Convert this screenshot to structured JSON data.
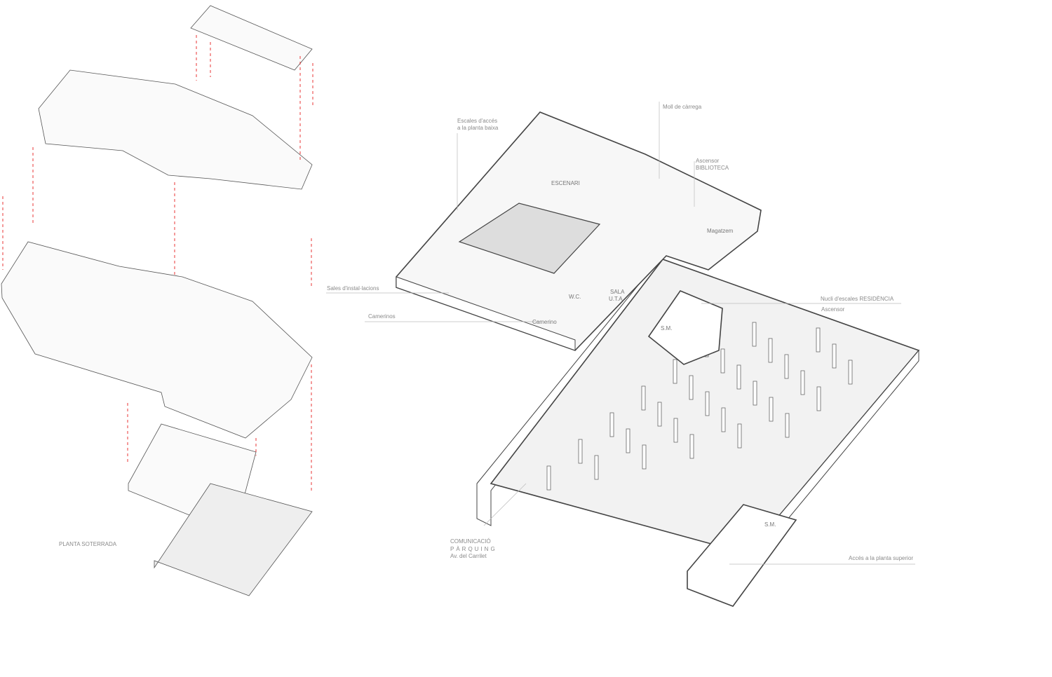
{
  "colors": {
    "line": "#555555",
    "wall": "#444444",
    "floor": "#f1f1f1",
    "accent": "#e8201f",
    "leader": "#bbbbbb"
  },
  "left_stack": {
    "title": "PLANTA SOTERRADA"
  },
  "labels": {
    "escales_1": "Escales d'accés",
    "escales_2": "a la planta baixa",
    "moll": "Moll de càrrega",
    "ascensor_bib_1": "Ascensor",
    "ascensor_bib_2": "BIBLIOTECA",
    "sales": "Sales d'instal·lacions",
    "camerinos": "Camerinos",
    "nucli": "Nucli d'escales RESIDÈNCIA",
    "ascensor": "Ascensor",
    "comunicacio_1": "COMUNICACIÓ",
    "comunicacio_2": "PÀRQUING",
    "comunicacio_3": "Av. del Carrilet",
    "acces": "Accés a la planta superior"
  },
  "rooms": {
    "escenari": "ESCENARI",
    "magatzem": "Magatzem",
    "wc": "W.C.",
    "sala_1": "SALA",
    "sala_2": "U.T.A.",
    "camerino": "Camerino",
    "sm1": "S.M.",
    "sm2": "S.M."
  }
}
